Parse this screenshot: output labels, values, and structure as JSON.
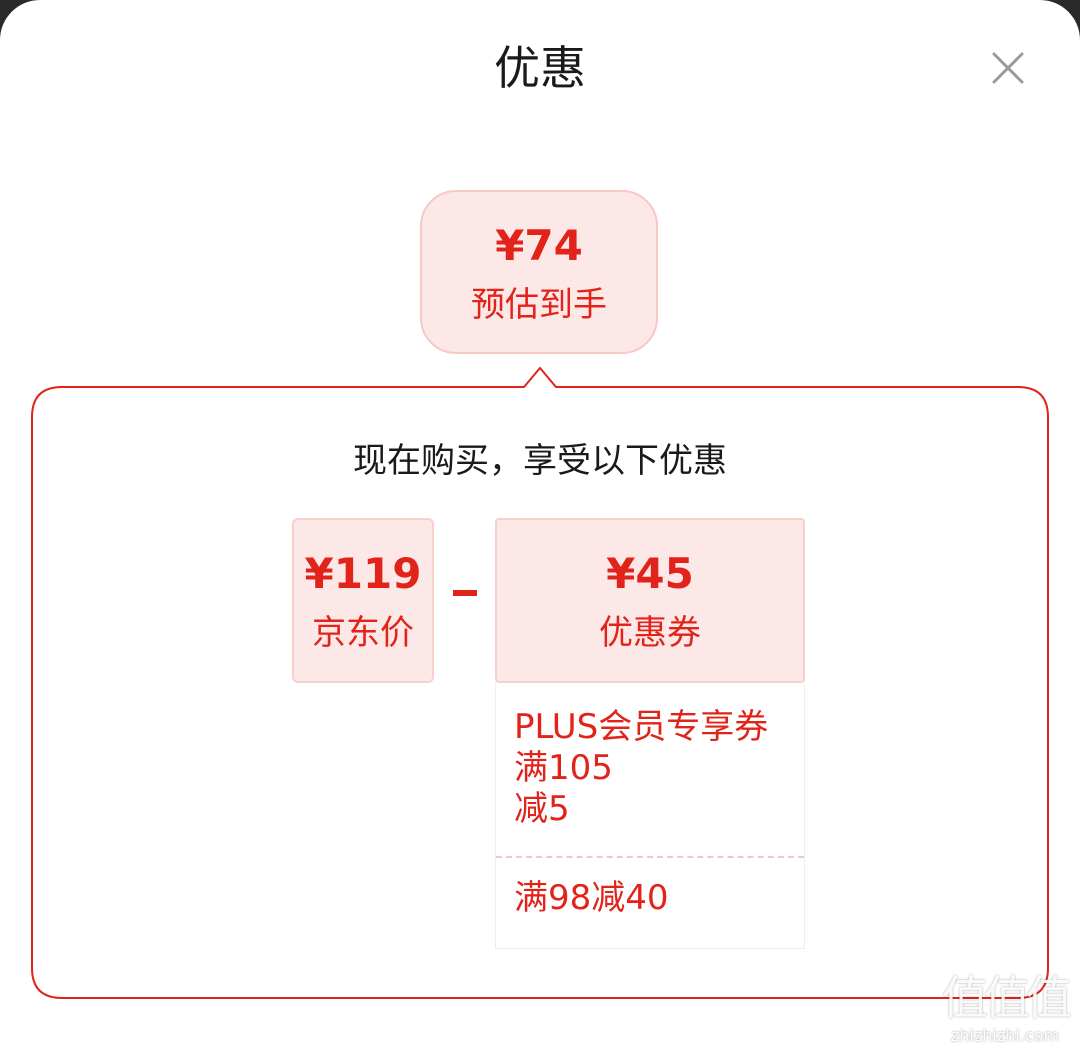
{
  "header": {
    "title": "优惠",
    "close_icon": "close-icon"
  },
  "estimate": {
    "amount": "¥74",
    "label": "预估到手"
  },
  "panel": {
    "heading": "现在购买，享受以下优惠",
    "jd_price": {
      "amount": "¥119",
      "label": "京东价"
    },
    "operator": "minus",
    "coupon": {
      "amount": "¥45",
      "label": "优惠券"
    },
    "coupon_items": [
      {
        "lines": [
          "PLUS会员专享券",
          "满105",
          "减5"
        ]
      },
      {
        "lines": [
          "满98减40"
        ]
      }
    ]
  },
  "watermark": {
    "glyphs": "值值值",
    "site": "zhizhizhi.com"
  },
  "colors": {
    "accent": "#e2231a",
    "accent_light_bg": "#fde8e8",
    "panel_border": "#e2231a"
  }
}
